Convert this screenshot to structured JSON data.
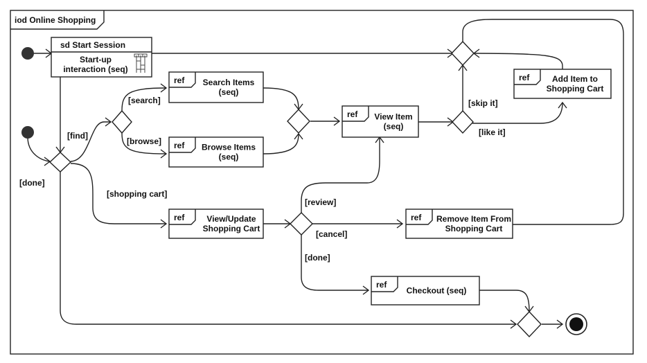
{
  "frame": {
    "title": "iod Online Shopping"
  },
  "session": {
    "header": "sd Start Session",
    "line1": "Start-up",
    "line2": "interaction (seq)",
    "icon": "sequence-diagram-icon"
  },
  "ref_tag": "ref",
  "nodes": {
    "search_items": [
      "Search Items",
      "(seq)"
    ],
    "browse_items": [
      "Browse Items",
      "(seq)"
    ],
    "view_item": [
      "View Item",
      "(seq)"
    ],
    "add_item": [
      "Add Item to",
      "Shopping Cart"
    ],
    "view_update_cart": [
      "View/Update",
      "Shopping Cart"
    ],
    "remove_item": [
      "Remove Item From",
      "Shopping Cart"
    ],
    "checkout": [
      "Checkout (seq)"
    ]
  },
  "guards": {
    "find": "[find]",
    "search": "[search]",
    "browse": "[browse]",
    "done_left": "[done]",
    "shopping_cart": "[shopping cart]",
    "review": "[review]",
    "cancel": "[cancel]",
    "done_mid": "[done]",
    "skip_it": "[skip it]",
    "like_it": "[like it]"
  }
}
